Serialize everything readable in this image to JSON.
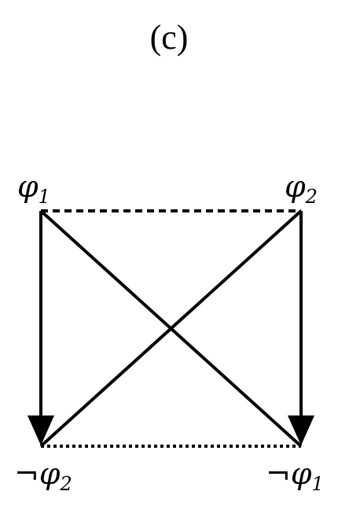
{
  "diagram": {
    "panel_label": "(c)",
    "nodes": {
      "top_left": {
        "symbol": "φ",
        "sub": "1",
        "neg": ""
      },
      "top_right": {
        "symbol": "φ",
        "sub": "2",
        "neg": ""
      },
      "bottom_left": {
        "symbol": "φ",
        "sub": "2",
        "neg": "¬"
      },
      "bottom_right": {
        "symbol": "φ",
        "sub": "1",
        "neg": "¬"
      }
    },
    "edges": [
      {
        "from": "top_left",
        "to": "top_right",
        "style": "dashed",
        "arrow": false
      },
      {
        "from": "bottom_left",
        "to": "bottom_right",
        "style": "dotted",
        "arrow": false
      },
      {
        "from": "top_left",
        "to": "bottom_left",
        "style": "solid",
        "arrow": true
      },
      {
        "from": "top_right",
        "to": "bottom_right",
        "style": "solid",
        "arrow": true
      },
      {
        "from": "top_left",
        "to": "bottom_right",
        "style": "solid",
        "arrow": false
      },
      {
        "from": "top_right",
        "to": "bottom_left",
        "style": "solid",
        "arrow": false
      }
    ],
    "colors": {
      "ink": "#000000",
      "background": "#ffffff"
    }
  }
}
